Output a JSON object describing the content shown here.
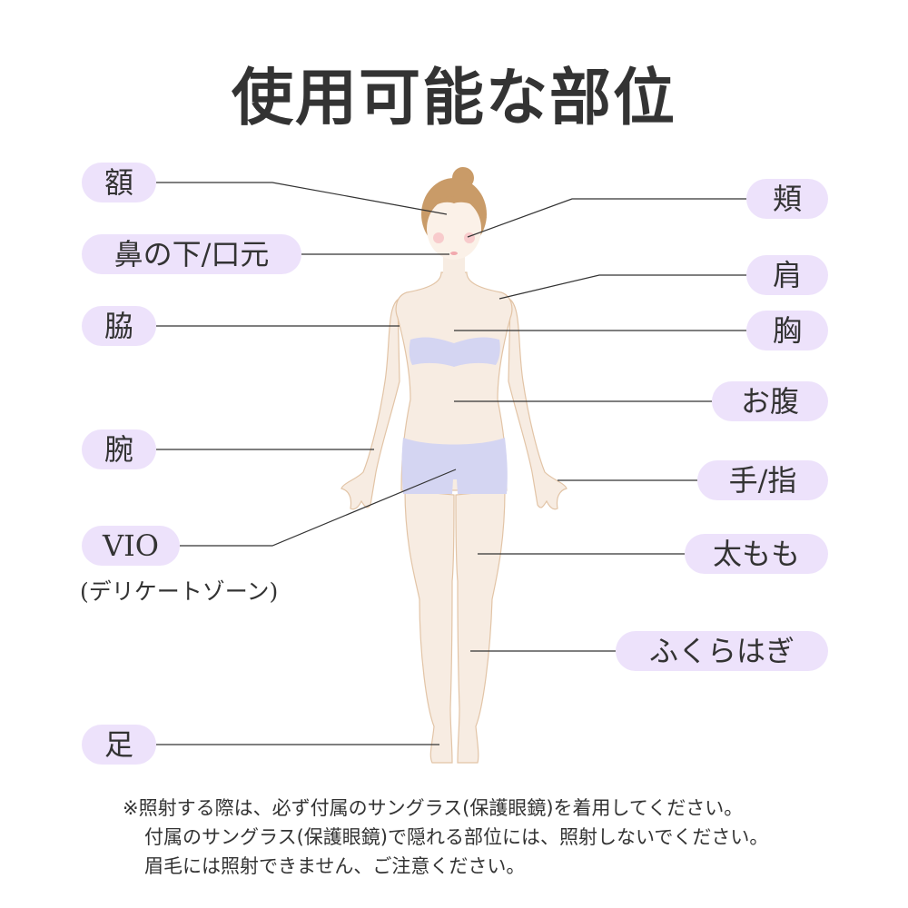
{
  "title": "使用可能な部位",
  "colors": {
    "pill_bg": "#ede2fb",
    "skin": "#f7ece2",
    "skin_outline": "#e2c4a6",
    "hair": "#c99b68",
    "underwear": "#d4d5f2",
    "leader_line": "#333333",
    "text": "#333333"
  },
  "labels": {
    "left": [
      {
        "id": "forehead",
        "text": "額"
      },
      {
        "id": "under-nose-mouth",
        "text": "鼻の下/口元"
      },
      {
        "id": "armpit",
        "text": "脇"
      },
      {
        "id": "arm",
        "text": "腕"
      },
      {
        "id": "vio",
        "text": "VIO",
        "sub": "(デリケートゾーン)"
      },
      {
        "id": "foot",
        "text": "足"
      }
    ],
    "right": [
      {
        "id": "cheek",
        "text": "頬"
      },
      {
        "id": "shoulder",
        "text": "肩"
      },
      {
        "id": "chest",
        "text": "胸"
      },
      {
        "id": "belly",
        "text": "お腹"
      },
      {
        "id": "hand-finger",
        "text": "手/指"
      },
      {
        "id": "thigh",
        "text": "太もも"
      },
      {
        "id": "calf",
        "text": "ふくらはぎ"
      }
    ]
  },
  "notes": [
    "※照射する際は、必ず付属のサングラス(保護眼鏡)を着用してください。",
    "付属のサングラス(保護眼鏡)で隠れる部位には、照射しないでください。",
    "眉毛には照射できません、ご注意ください。"
  ]
}
